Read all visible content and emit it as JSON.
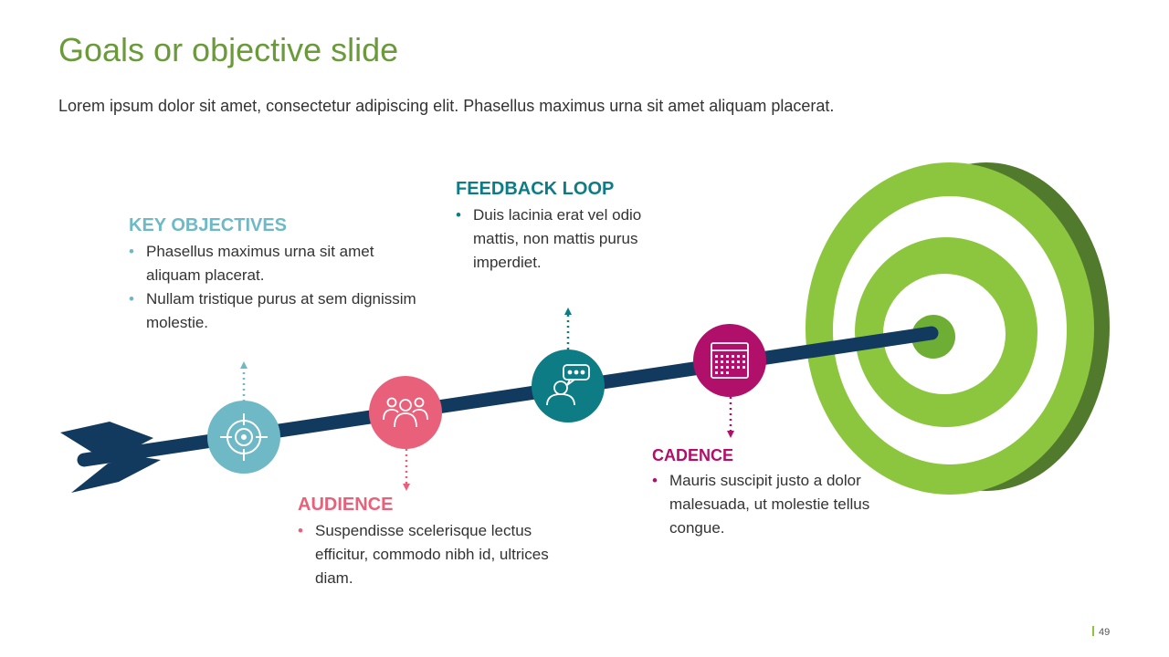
{
  "title": "Goals or objective slide",
  "subtitle": "Lorem ipsum dolor sit amet, consectetur adipiscing elit. Phasellus maximus urna sit amet aliquam placerat.",
  "colors": {
    "title": "#6a9a3a",
    "arrow": "#123a5e",
    "key_objectives": "#6fb8c6",
    "audience": "#e9607a",
    "feedback_loop": "#0e7c85",
    "cadence": "#b0106a",
    "target_light": "#8cc63f",
    "target_dark": "#527a2c"
  },
  "steps": [
    {
      "id": "key_objectives",
      "heading": "KEY OBJECTIVES",
      "icon": "crosshair-icon",
      "bullets": [
        "Phasellus maximus urna sit amet aliquam placerat.",
        "Nullam tristique purus at sem dignissim molestie."
      ]
    },
    {
      "id": "audience",
      "heading": "AUDIENCE",
      "icon": "people-group-icon",
      "bullets": [
        "Suspendisse scelerisque lectus efficitur, commodo nibh id, ultrices diam."
      ]
    },
    {
      "id": "feedback_loop",
      "heading": "FEEDBACK LOOP",
      "icon": "person-speech-bubble-icon",
      "bullets": [
        "Duis lacinia erat vel odio mattis, non mattis purus imperdiet."
      ]
    },
    {
      "id": "cadence",
      "heading": "CADENCE",
      "icon": "calendar-icon",
      "bullets": [
        "Mauris suscipit justo a dolor malesuada, ut molestie tellus congue."
      ]
    }
  ],
  "page_number": "49"
}
